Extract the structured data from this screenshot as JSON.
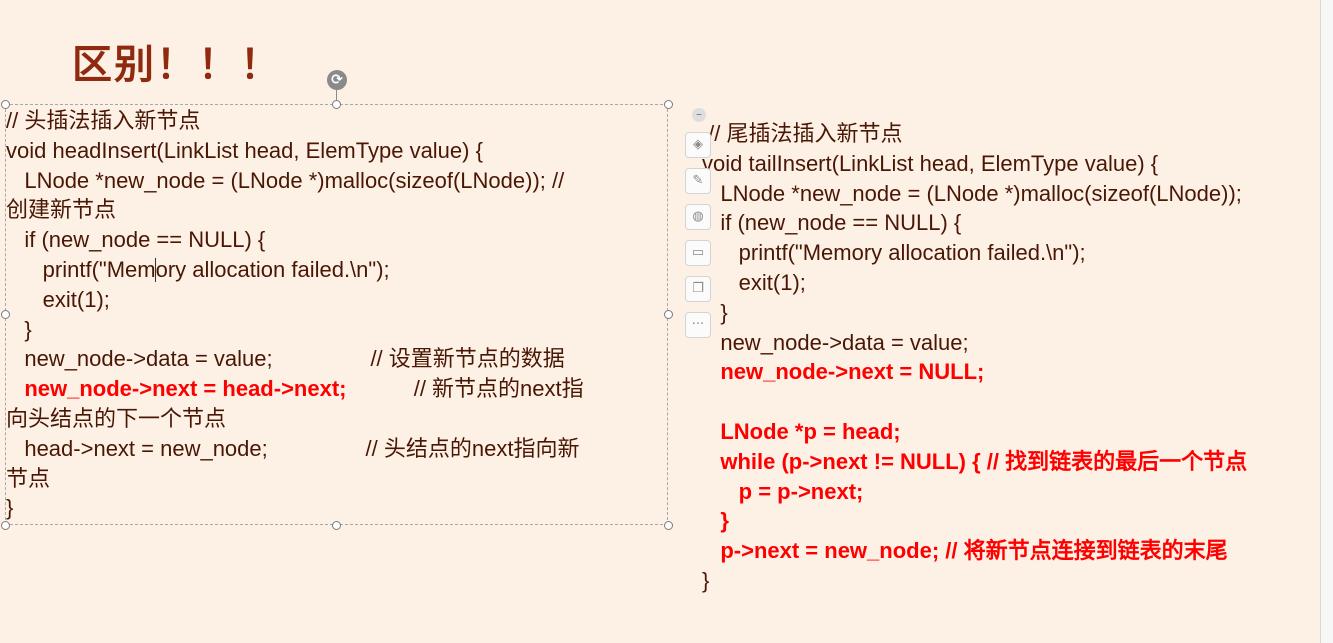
{
  "slide": {
    "title": "区别！！！"
  },
  "selection": {
    "rotate_icon": "rotate-icon"
  },
  "left_code": {
    "lines": [
      {
        "text": "// 头插法插入新节点",
        "highlight": false
      },
      {
        "text": "void headInsert(LinkList head, ElemType value) {",
        "highlight": false
      },
      {
        "text": "   LNode *new_node = (LNode *)malloc(sizeof(LNode)); //",
        "highlight": false
      },
      {
        "text": "创建新节点",
        "highlight": false
      },
      {
        "text": "   if (new_node == NULL) {",
        "highlight": false
      },
      {
        "text": "      printf(\"Memory allocation failed.\\n\");",
        "highlight": false,
        "cursor_after": "      printf(\"Mem"
      },
      {
        "text": "      exit(1);",
        "highlight": false
      },
      {
        "text": "   }",
        "highlight": false
      },
      {
        "text": "   new_node->data = value;                // 设置新节点的数据",
        "highlight": false
      },
      {
        "text": "   new_node->next = head->next;",
        "highlight": true,
        "comment": "           // 新节点的next指"
      },
      {
        "text": "向头结点的下一个节点",
        "highlight": false
      },
      {
        "text": "   head->next = new_node;                // 头结点的next指向新",
        "highlight": false
      },
      {
        "text": "节点",
        "highlight": false
      },
      {
        "text": "}",
        "highlight": false
      }
    ]
  },
  "right_code": {
    "lines": [
      {
        "text": " // 尾插法插入新节点",
        "highlight": false
      },
      {
        "text": "void tailInsert(LinkList head, ElemType value) {",
        "highlight": false
      },
      {
        "text": "   LNode *new_node = (LNode *)malloc(sizeof(LNode));",
        "highlight": false
      },
      {
        "text": "   if (new_node == NULL) {",
        "highlight": false
      },
      {
        "text": "      printf(\"Memory allocation failed.\\n\");",
        "highlight": false
      },
      {
        "text": "      exit(1);",
        "highlight": false
      },
      {
        "text": "   }",
        "highlight": false
      },
      {
        "text": "   new_node->data = value;",
        "highlight": false
      },
      {
        "text": "   new_node->next = NULL;",
        "highlight": true
      },
      {
        "text": "",
        "highlight": false
      },
      {
        "text": "   LNode *p = head;",
        "highlight": true
      },
      {
        "text": "   while (p->next != NULL) { // 找到链表的最后一个节点",
        "highlight": true
      },
      {
        "text": "      p = p->next;",
        "highlight": true
      },
      {
        "text": "   }",
        "highlight": true
      },
      {
        "text": "   p->next = new_node; // 将新节点连接到链表的末尾",
        "highlight": true
      },
      {
        "text": "}",
        "highlight": false
      }
    ]
  },
  "floating_toolbar": {
    "collapse_label": "–",
    "tools": [
      {
        "name": "layers-icon",
        "glyph": "◈"
      },
      {
        "name": "pen-icon",
        "glyph": "✎"
      },
      {
        "name": "fill-icon",
        "glyph": "◍"
      },
      {
        "name": "screen-icon",
        "glyph": "▭"
      },
      {
        "name": "slides-icon",
        "glyph": "❐"
      },
      {
        "name": "more-icon",
        "glyph": "···"
      }
    ]
  }
}
